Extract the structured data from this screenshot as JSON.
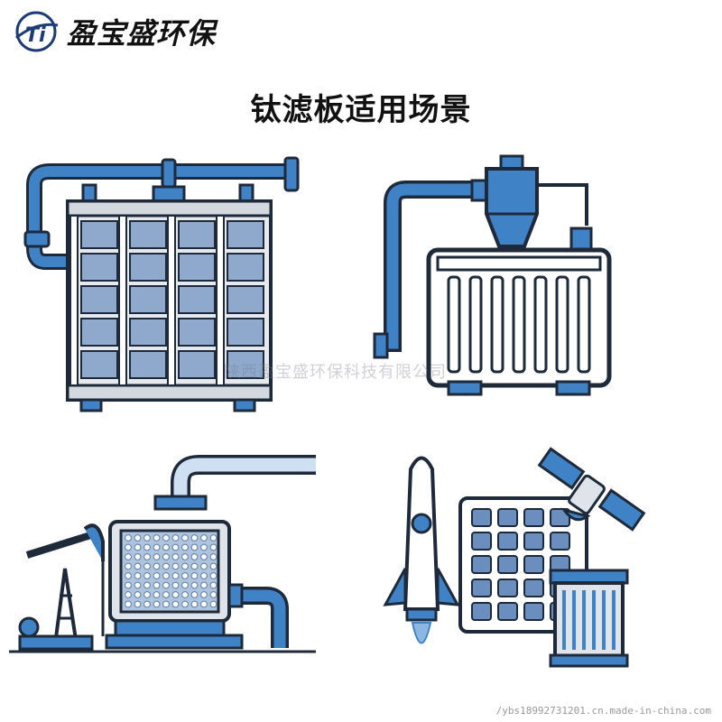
{
  "header": {
    "brand_name": "盈宝盛环保",
    "logo_letters": "Ti"
  },
  "page_title": "钛滤板适用场景",
  "watermark": "陕西盈宝盛环保科技有限公司",
  "footer_watermark": "/ybs18992731201.cn.made-in-china.com",
  "colors": {
    "pipe_blue": "#3f83c6",
    "dark_outline": "#1e2a3a",
    "light_gray": "#e6e9ee",
    "mesh_blue": "#6a8fbf"
  },
  "illustrations": [
    {
      "icon": "titanium-filter-plate-rack-icon"
    },
    {
      "icon": "filter-tank-with-cyclone-icon"
    },
    {
      "icon": "oil-pump-jack-filtration-icon"
    },
    {
      "icon": "aerospace-rocket-satellite-icon"
    }
  ]
}
